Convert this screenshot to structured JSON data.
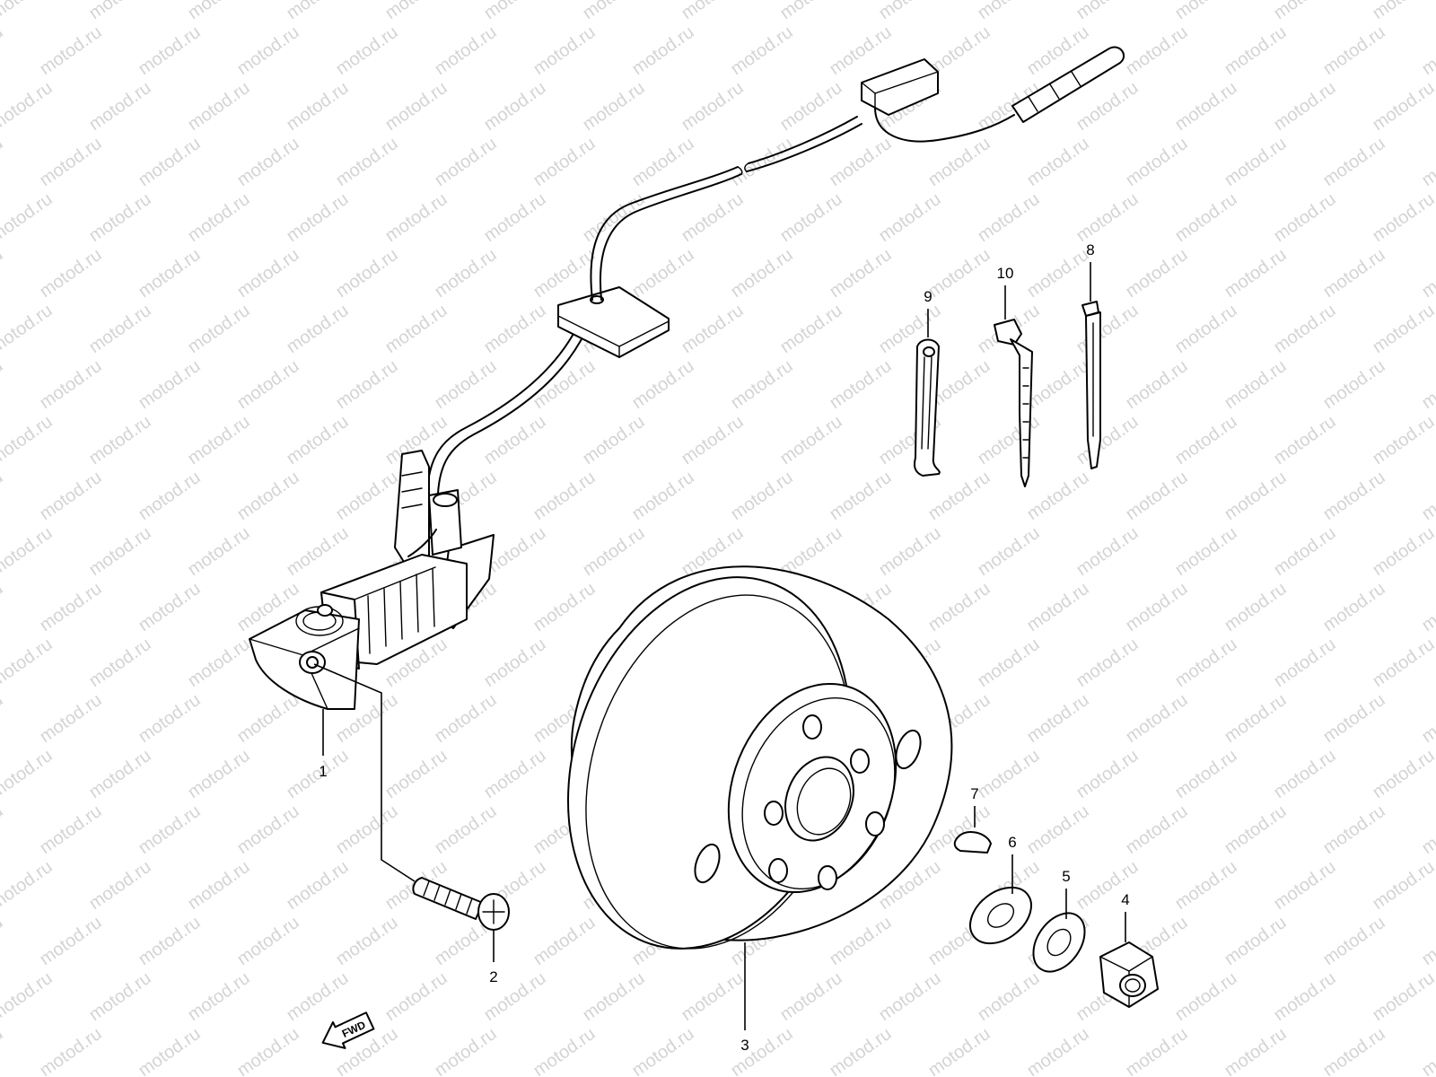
{
  "watermark": {
    "text": "motod.ru"
  },
  "direction_marker": {
    "label": "FWD"
  },
  "callouts": [
    {
      "id": "part-1",
      "label": "1"
    },
    {
      "id": "part-2",
      "label": "2"
    },
    {
      "id": "part-3",
      "label": "3"
    },
    {
      "id": "part-4",
      "label": "4"
    },
    {
      "id": "part-5",
      "label": "5"
    },
    {
      "id": "part-6",
      "label": "6"
    },
    {
      "id": "part-7",
      "label": "7"
    },
    {
      "id": "part-8",
      "label": "8"
    },
    {
      "id": "part-9",
      "label": "9"
    },
    {
      "id": "part-10",
      "label": "10"
    }
  ]
}
